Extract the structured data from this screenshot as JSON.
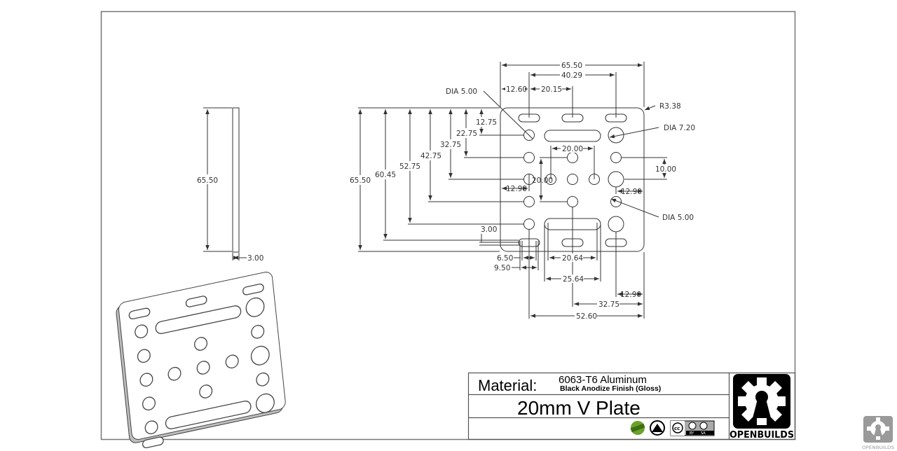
{
  "drawing": {
    "side_view": {
      "height_label": "65.50",
      "thickness_label": "3.00"
    },
    "front_view": {
      "top": {
        "overall_width": "65.50",
        "slot_span": "40.29",
        "left_offset": "12.60",
        "slot_pitch": "20.15"
      },
      "left": {
        "overall_height": "65.50",
        "d60": "60.45",
        "d52": "52.75",
        "d42": "42.75",
        "d32": "32.75",
        "d22": "22.75",
        "d12": "12.75",
        "slot_width": "3.00"
      },
      "callouts": {
        "radius": "R3.38",
        "dia_small_top": "DIA 5.00",
        "dia_large": "DIA 7.20",
        "dia_small_bottom": "DIA 5.00"
      },
      "inner": {
        "horiz_pitch": "20.00",
        "vert_pitch": "20.00",
        "left_edge_offset": "12.90",
        "right_edge_offset": "12.90",
        "row_offset": "10.00"
      },
      "bottom": {
        "slot_inner": "6.50",
        "slot_outer": "9.50",
        "long_slot_inner": "20.64",
        "long_slot_outer": "25.64",
        "right_edge_offset": "12.90",
        "center_to_edge": "32.75",
        "hole_to_edge": "52.60"
      }
    }
  },
  "title_block": {
    "material_label": "Material:",
    "material_name": "6063-T6 Aluminum",
    "finish": "Black Anodize Finish (Gloss)",
    "part_name": "20mm V Plate",
    "badges": [
      "open-source-hardware-icon",
      "reprap-icon",
      "creative-commons-by-sa-icon"
    ],
    "cc_labels": [
      "BY",
      "SA"
    ],
    "logo_text": "OPENBUILDS"
  },
  "watermark": {
    "logo_text": "OPENBUILDS"
  },
  "colors": {
    "line": "#333333",
    "frame": "#777777",
    "badge_green": "#6aa22c",
    "watermark": "#9a9a9a"
  }
}
